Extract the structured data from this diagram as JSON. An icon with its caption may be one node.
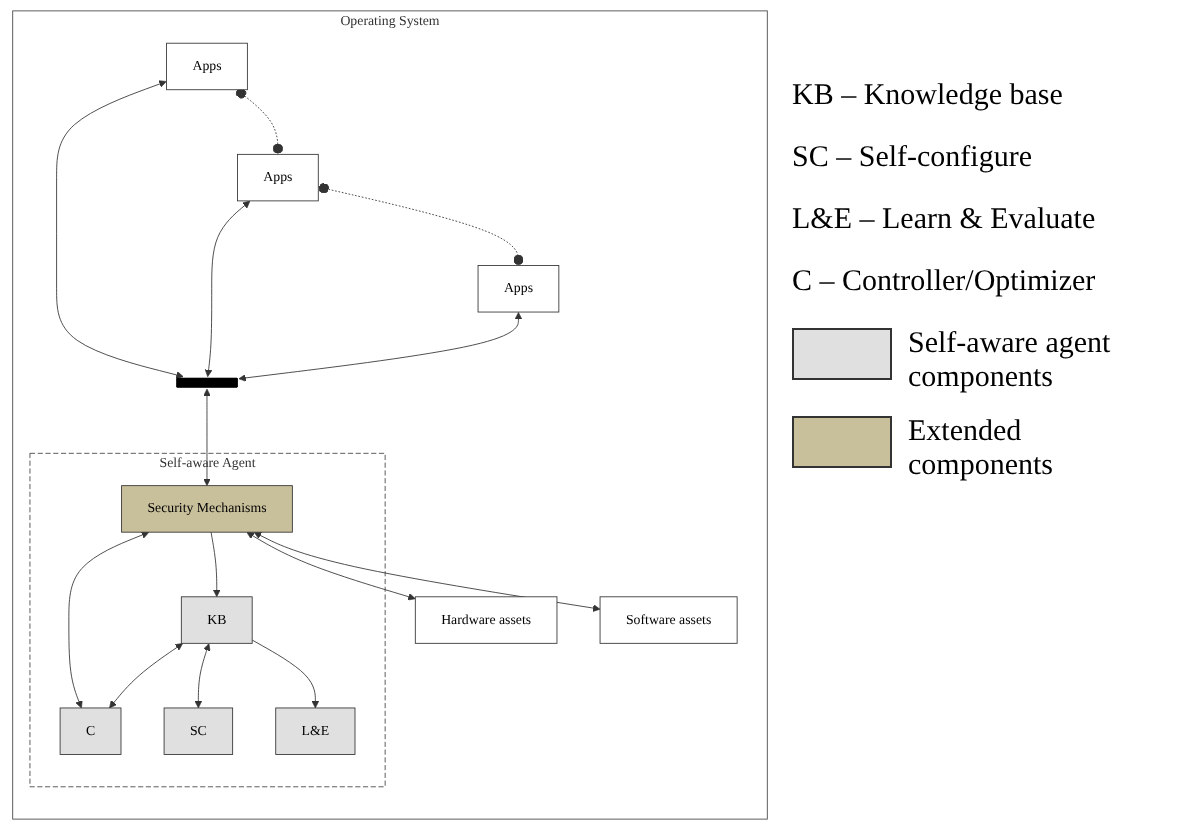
{
  "diagram": {
    "nodes": [
      {
        "text": [
          "Operating System"
        ]
      },
      {
        "text": [
          "Apps"
        ],
        "in": 0
      },
      {
        "text": [
          "Apps"
        ],
        "in": 0
      },
      {
        "text": [
          "Apps"
        ],
        "in": 0
      },
      {
        "text": [],
        "shape": "bar",
        "in": 0
      },
      {
        "text": [
          "Self-aware Agent"
        ],
        "in": 0
      },
      {
        "text": [
          "Security Mechanisms"
        ],
        "in": 5
      },
      {
        "text": [
          "KB"
        ],
        "in": 5
      },
      {
        "text": [
          "C"
        ],
        "in": 5
      },
      {
        "text": [
          "SC"
        ],
        "in": 5
      },
      {
        "text": [
          "L&E"
        ],
        "in": 5
      },
      {
        "text": [
          "Hardware assets"
        ],
        "in": 0
      },
      {
        "text": [
          "Software assets"
        ],
        "in": 0
      }
    ],
    "edges": [
      {
        "from": 1,
        "to": 2,
        "arrow": "other",
        "style": "dashed"
      },
      {
        "from": 2,
        "to": 3,
        "arrow": "other",
        "style": "dashed"
      },
      {
        "from": 1,
        "to": 4,
        "arrow": "both"
      },
      {
        "from": 2,
        "to": 4,
        "arrow": "both"
      },
      {
        "from": 3,
        "to": 4,
        "arrow": "both"
      },
      {
        "from": 4,
        "to": 6,
        "arrow": "both"
      },
      {
        "from": 6,
        "to": 7,
        "arrow": "to"
      },
      {
        "from": 6,
        "to": 8,
        "arrow": "both"
      },
      {
        "from": 7,
        "to": 8,
        "arrow": "both"
      },
      {
        "from": 7,
        "to": 9,
        "arrow": "both"
      },
      {
        "from": 7,
        "to": 10,
        "arrow": "to"
      },
      {
        "from": 6,
        "to": 11,
        "arrow": "both"
      },
      {
        "from": 6,
        "to": 12,
        "arrow": "both"
      }
    ],
    "labels": [
      "KB – Knowledge base",
      "SC – Self-configure",
      "L&E – Learn & Evaluate",
      "C – Controller/Optimizer"
    ],
    "legend": [
      {
        "text": "Self-aware agent components",
        "color": "#e0e0e0"
      },
      {
        "text": "Extended components",
        "color": "#c8bf9b"
      }
    ]
  }
}
